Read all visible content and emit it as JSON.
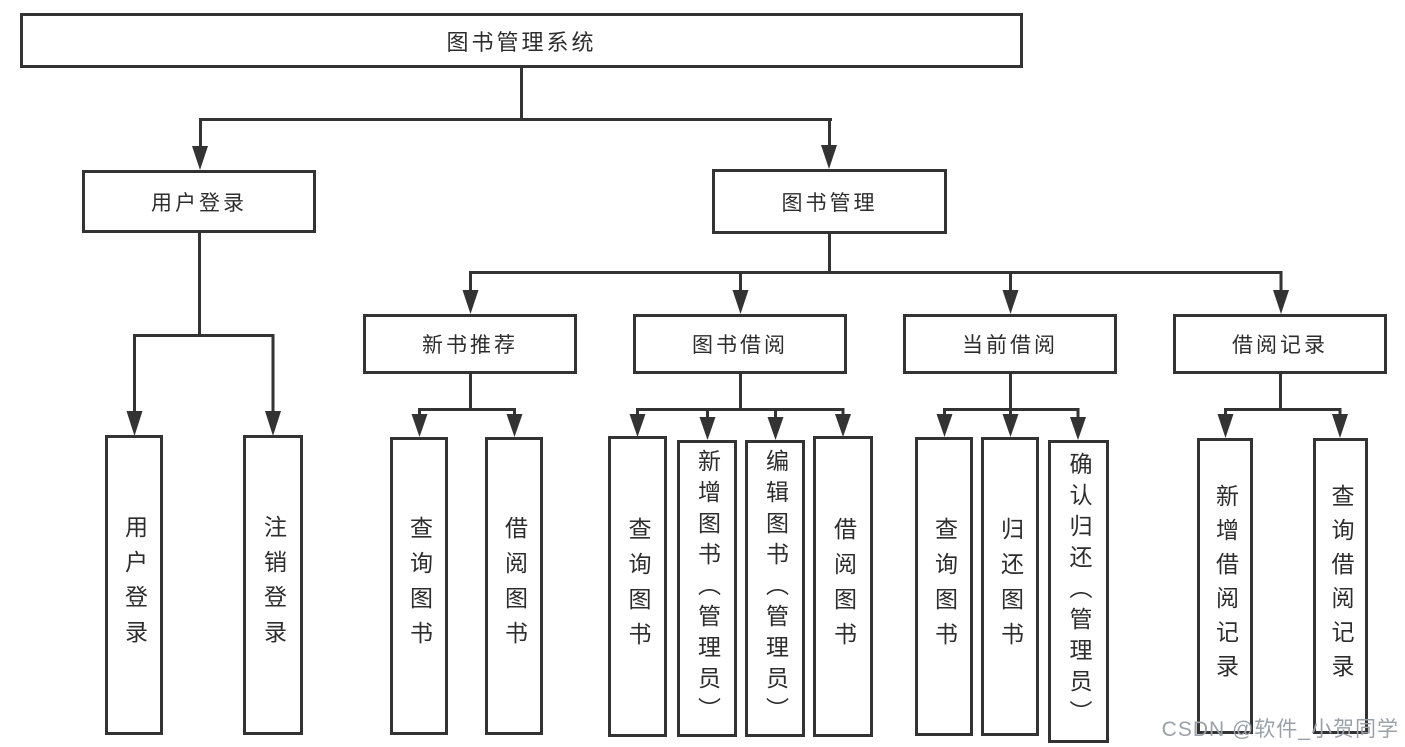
{
  "diagram_title": "图书管理系统",
  "nodes": {
    "root": "图书管理系统",
    "user_login": "用户登录",
    "book_mgmt": "图书管理",
    "new_book_rec": "新书推荐",
    "book_borrow": "图书借阅",
    "current_borrow": "当前借阅",
    "borrow_records": "借阅记录",
    "login": "用户登录",
    "logout": "注销登录",
    "rec_query_books": "查询图书",
    "rec_borrow_books": "借阅图书",
    "bor_query_books": "查询图书",
    "bor_add_books": "新增图书（管理员）",
    "bor_edit_books": "编辑图书（管理员）",
    "bor_borrow_books": "借阅图书",
    "cur_query_books": "查询图书",
    "cur_return_books": "归还图书",
    "cur_confirm_return": "确认归还（管理员）",
    "brec_add_record": "新增借阅记录",
    "brec_query_record": "查询借阅记录"
  },
  "hierarchy": {
    "图书管理系统": [
      "用户登录",
      "图书管理"
    ],
    "用户登录": [
      "用户登录",
      "注销登录"
    ],
    "图书管理": [
      "新书推荐",
      "图书借阅",
      "当前借阅",
      "借阅记录"
    ],
    "新书推荐": [
      "查询图书",
      "借阅图书"
    ],
    "图书借阅": [
      "查询图书",
      "新增图书（管理员）",
      "编辑图书（管理员）",
      "借阅图书"
    ],
    "当前借阅": [
      "查询图书",
      "归还图书",
      "确认归还（管理员）"
    ],
    "借阅记录": [
      "新增借阅记录",
      "查询借阅记录"
    ]
  },
  "watermark": "CSDN @软件_小贺同学",
  "colors": {
    "background": "#ffffff",
    "line": "#333333",
    "box_border": "#333333",
    "text": "#2d2d2d",
    "watermark": "#9aa1a9"
  }
}
